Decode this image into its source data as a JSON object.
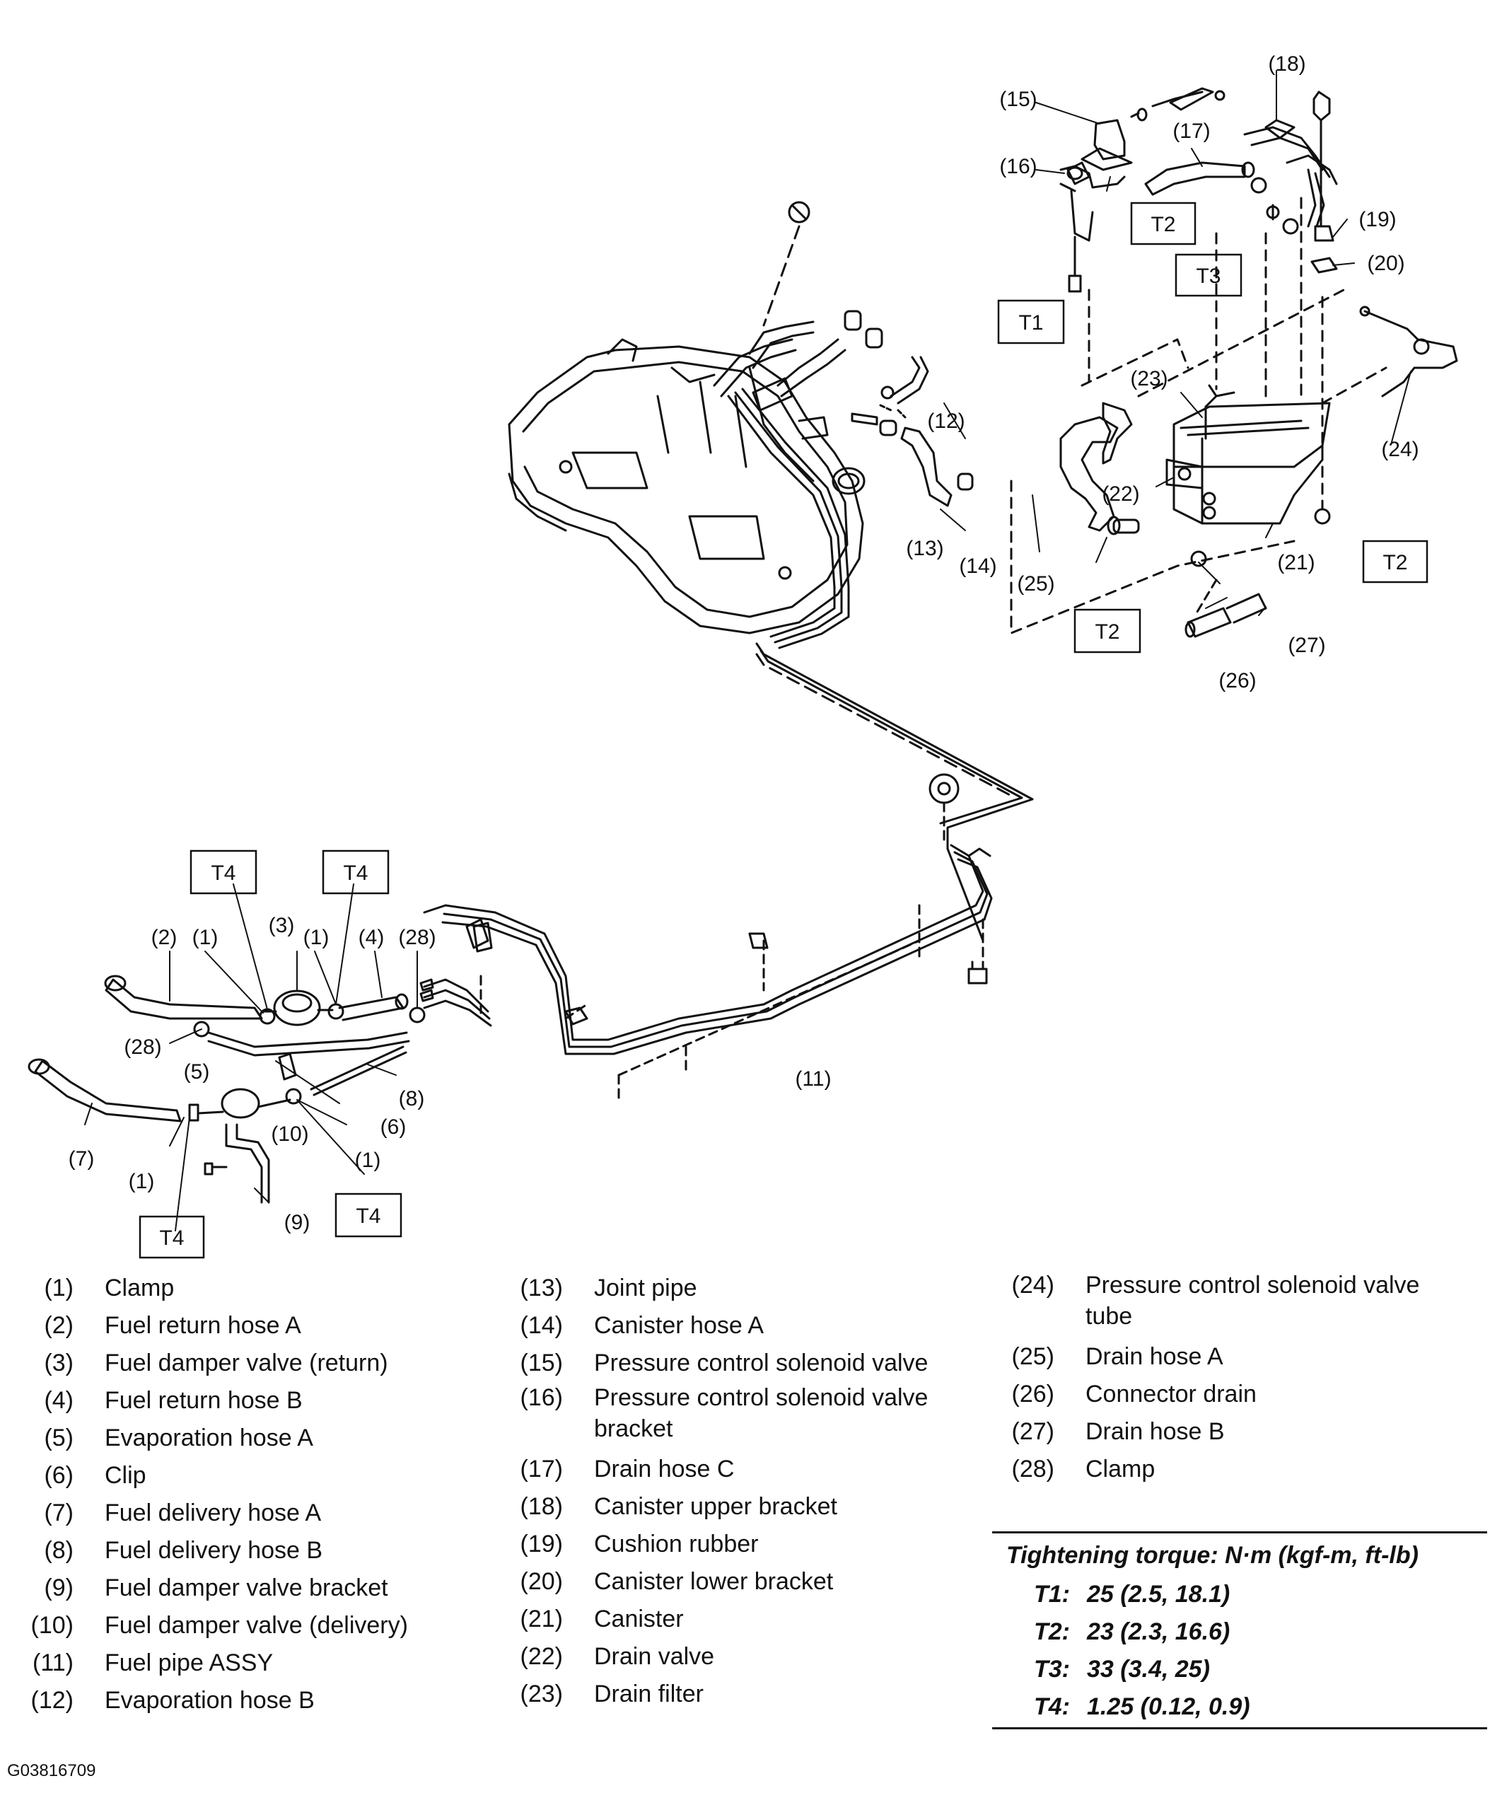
{
  "figure_code": "G03816709",
  "callouts": {
    "n1": "(1)",
    "n2": "(2)",
    "n3": "(3)",
    "n4": "(4)",
    "n5": "(5)",
    "n6": "(6)",
    "n7": "(7)",
    "n8": "(8)",
    "n9": "(9)",
    "n10": "(10)",
    "n11": "(11)",
    "n12": "(12)",
    "n13": "(13)",
    "n14": "(14)",
    "n15": "(15)",
    "n16": "(16)",
    "n17": "(17)",
    "n18": "(18)",
    "n19": "(19)",
    "n20": "(20)",
    "n21": "(21)",
    "n22": "(22)",
    "n23": "(23)",
    "n24": "(24)",
    "n25": "(25)",
    "n26": "(26)",
    "n27": "(27)",
    "n28": "(28)"
  },
  "torque_tags": {
    "t1": "T1",
    "t2": "T2",
    "t3": "T3",
    "t4": "T4"
  },
  "legend": {
    "col1": [
      {
        "num": "(1)",
        "text": "Clamp"
      },
      {
        "num": "(2)",
        "text": "Fuel return hose A"
      },
      {
        "num": "(3)",
        "text": "Fuel damper valve (return)"
      },
      {
        "num": "(4)",
        "text": "Fuel return hose B"
      },
      {
        "num": "(5)",
        "text": "Evaporation hose A"
      },
      {
        "num": "(6)",
        "text": "Clip"
      },
      {
        "num": "(7)",
        "text": "Fuel delivery hose A"
      },
      {
        "num": "(8)",
        "text": "Fuel delivery hose B"
      },
      {
        "num": "(9)",
        "text": "Fuel damper valve bracket"
      },
      {
        "num": "(10)",
        "text": "Fuel damper valve (delivery)"
      },
      {
        "num": "(11)",
        "text": "Fuel pipe ASSY"
      },
      {
        "num": "(12)",
        "text": "Evaporation hose B"
      }
    ],
    "col2": [
      {
        "num": "(13)",
        "text": "Joint pipe"
      },
      {
        "num": "(14)",
        "text": "Canister hose A"
      },
      {
        "num": "(15)",
        "text": "Pressure control solenoid valve"
      },
      {
        "num": "(16)",
        "text": "Pressure control solenoid valve bracket"
      },
      {
        "num": "(17)",
        "text": "Drain hose C"
      },
      {
        "num": "(18)",
        "text": "Canister upper bracket"
      },
      {
        "num": "(19)",
        "text": "Cushion rubber"
      },
      {
        "num": "(20)",
        "text": "Canister lower bracket"
      },
      {
        "num": "(21)",
        "text": "Canister"
      },
      {
        "num": "(22)",
        "text": "Drain valve"
      },
      {
        "num": "(23)",
        "text": "Drain filter"
      }
    ],
    "col3": [
      {
        "num": "(24)",
        "text": "Pressure control solenoid valve tube"
      },
      {
        "num": "(25)",
        "text": "Drain hose A"
      },
      {
        "num": "(26)",
        "text": "Connector drain"
      },
      {
        "num": "(27)",
        "text": "Drain hose B"
      },
      {
        "num": "(28)",
        "text": "Clamp"
      }
    ]
  },
  "torque": {
    "heading": "Tightening torque: N·m (kgf-m, ft-lb)",
    "rows": [
      {
        "key": "T1:",
        "value": "25 (2.5, 18.1)"
      },
      {
        "key": "T2:",
        "value": "23 (2.3, 16.6)"
      },
      {
        "key": "T3:",
        "value": "33 (3.4, 25)"
      },
      {
        "key": "T4:",
        "value": "1.25 (0.12, 0.9)"
      }
    ]
  }
}
